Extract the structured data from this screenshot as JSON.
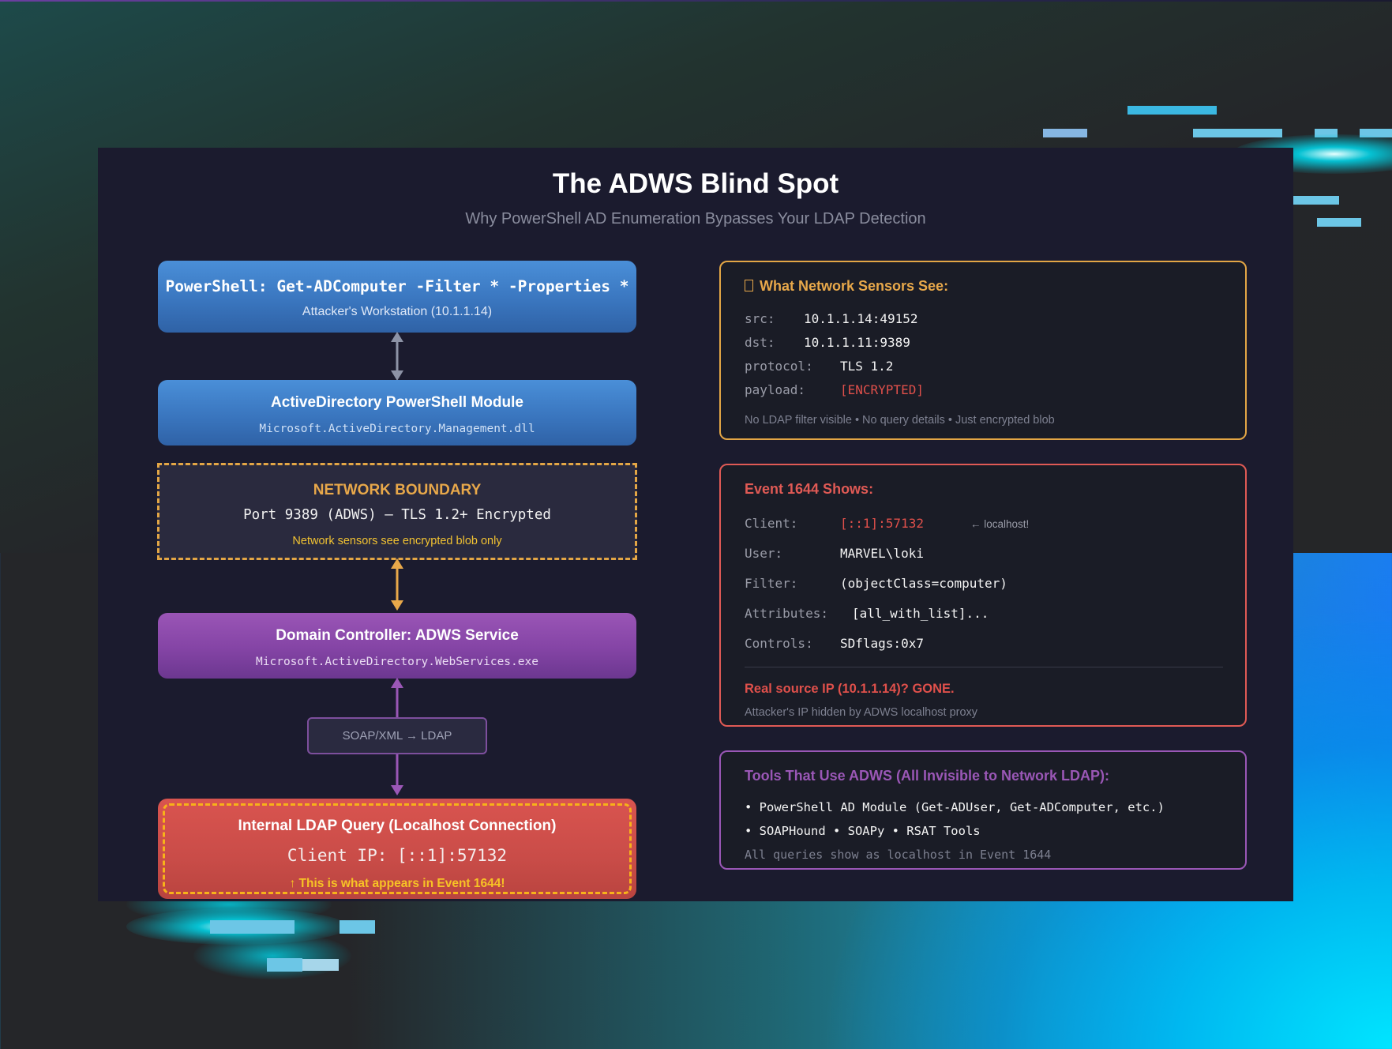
{
  "title": "The ADWS Blind Spot",
  "subtitle": "Why PowerShell AD Enumeration Bypasses Your LDAP Detection",
  "flow": {
    "workstation": {
      "command": "PowerShell: Get-ADComputer -Filter * -Properties *",
      "caption": "Attacker's Workstation (10.1.1.14)"
    },
    "module": {
      "title": "ActiveDirectory PowerShell Module",
      "binary": "Microsoft.ActiveDirectory.Management.dll"
    },
    "boundary": {
      "title": "NETWORK BOUNDARY",
      "port": "Port 9389 (ADWS) — TLS 1.2+ Encrypted",
      "note": "Network sensors see encrypted blob only"
    },
    "dc": {
      "title": "Domain Controller: ADWS Service",
      "binary": "Microsoft.ActiveDirectory.WebServices.exe"
    },
    "translation": "SOAP/XML → LDAP",
    "ldap": {
      "title": "Internal LDAP Query (Localhost Connection)",
      "client_ip": "Client IP: [::1]:57132",
      "note": "↑ This is what appears in Event 1644!"
    }
  },
  "sensors_card": {
    "title": "What Network Sensors See:",
    "rows": [
      {
        "key": "src:",
        "value": "10.1.1.14:49152"
      },
      {
        "key": "dst:",
        "value": "10.1.1.11:9389"
      },
      {
        "key": "protocol:",
        "value": "TLS 1.2"
      },
      {
        "key": "payload:",
        "value": "[ENCRYPTED]"
      }
    ],
    "note": "No LDAP filter visible • No query details • Just encrypted blob"
  },
  "event_card": {
    "title": "Event 1644 Shows:",
    "rows": [
      {
        "key": "Client:",
        "value": "[::1]:57132"
      },
      {
        "key": "User:",
        "value": "MARVEL\\loki"
      },
      {
        "key": "Filter:",
        "value": "(objectClass=computer)"
      },
      {
        "key": "Attributes:",
        "value": "[all_with_list]..."
      },
      {
        "key": "Controls:",
        "value": "SDflags:0x7"
      }
    ],
    "client_hint": "← localhost!",
    "conclusion": "Real source IP (10.1.1.14)? GONE.",
    "conclusion_note": "Attacker's IP hidden by ADWS localhost proxy"
  },
  "tools_card": {
    "title": "Tools That Use ADWS (All Invisible to Network LDAP):",
    "lines": [
      "• PowerShell AD Module (Get-ADUser, Get-ADComputer, etc.)",
      "• SOAPHound • SOAPy • RSAT Tools"
    ],
    "note": "All queries show as localhost in Event 1644"
  },
  "colors": {
    "panel": "#1b1b2e",
    "blue": "#3a76bf",
    "purple": "#8444a5",
    "red": "#d9544f",
    "amber": "#e3a645",
    "alert_red": "#e0504b",
    "arrow_gray": "#8d93a6"
  },
  "icons": {
    "sensors_title_icon": "missing-glyph-box",
    "arrows": [
      "double-arrow-gray",
      "double-arrow-amber",
      "up-arrow-purple",
      "down-arrow-purple"
    ]
  }
}
